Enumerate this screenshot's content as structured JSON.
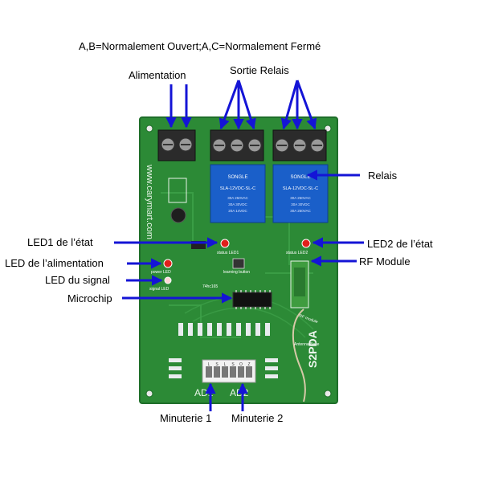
{
  "header": "A,B=Normalement Ouvert;A,C=Normalement Fermé",
  "labels": {
    "alimentation": "Alimentation",
    "sortie_relais": "Sortie Relais",
    "relais": "Relais",
    "led1_etat": "LED1 de l’état",
    "led2_etat": "LED2 de l’état",
    "led_alimentation": "LED de l’alimentation",
    "rf_module": "RF Module",
    "led_signal": "LED du signal",
    "microchip": "Microchip",
    "minuterie1": "Minuterie 1",
    "minuterie2": "Minuterie 2"
  },
  "board": {
    "website": "www.carymart.com",
    "model": "S2PDA",
    "relay_brand": "SONGLE",
    "relay_model": "SLA-12VDC-SL-C",
    "relay_specs": [
      "30A 250VAC",
      "30A 30VDC",
      "20A 14VDC",
      "30A 250VAC"
    ],
    "silk_status_led1": "status LED1",
    "silk_status_led2": "status LED2",
    "silk_power_led": "power LED",
    "silk_signal_led": "signal LED",
    "silk_learning": "learning button",
    "silk_ic": "74hc165",
    "silk_rf_module": "RF module",
    "silk_antenna": "Antenna Base",
    "silk_ad1": "AD1",
    "silk_ad2": "AD2",
    "dip_top": [
      "L",
      "S",
      "L",
      "S",
      "O",
      "Z"
    ]
  },
  "colors": {
    "pcb": "#2c8a36",
    "pcb_edge": "#1f6e2a",
    "arrow": "#1414d6",
    "relay": "#1a5fc9",
    "terminal": "#2b2b2b"
  }
}
